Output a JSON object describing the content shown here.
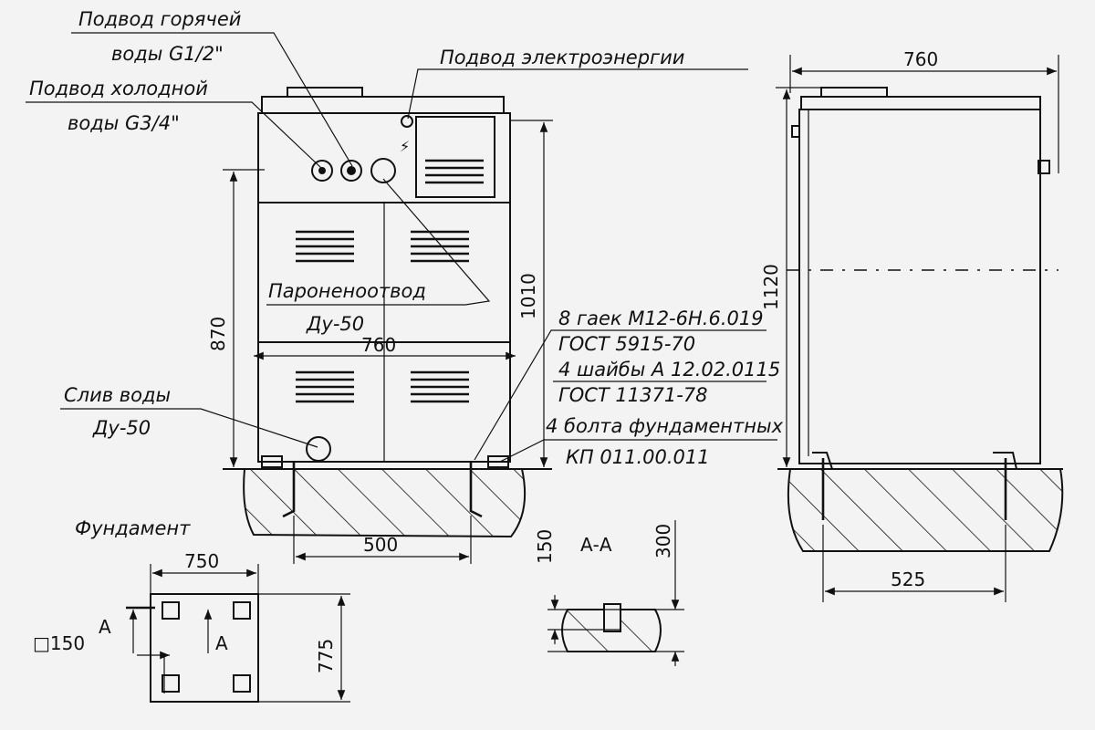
{
  "labels": {
    "hot_water_1": "Подвод горячей",
    "hot_water_2": "воды G1/2\"",
    "cold_water_1": "Подвод холодной",
    "cold_water_2": "воды G3/4\"",
    "electric": "Подвод электроэнергии",
    "steam_1": "Пароненоотвод",
    "steam_2": "Ду-50",
    "drain_1": "Слив воды",
    "drain_2": "Ду-50",
    "nuts_1": "8 гаек М12-6Н.6.019",
    "nuts_2": "ГОСТ 5915-70",
    "nuts_3": "4 шайбы А 12.02.0115",
    "nuts_4": "ГОСТ 11371-78",
    "bolts_1": "4 болта фундаментных",
    "bolts_2": "КП 011.00.011",
    "foundation": "Фундамент",
    "section": "А-А",
    "section_mark_left": "А",
    "section_mark_right": "А",
    "square": "□150"
  },
  "dimensions": {
    "front_width": "760",
    "front_height_870": "870",
    "front_height_1010": "1010",
    "bolt_spacing": "500",
    "side_width": "760",
    "side_height": "1120",
    "side_bolt_spacing": "525",
    "foundation_width": "750",
    "foundation_depth": "775",
    "section_150": "150",
    "section_300": "300"
  }
}
